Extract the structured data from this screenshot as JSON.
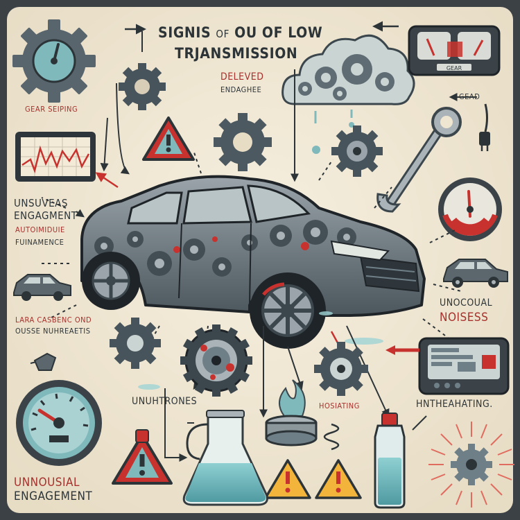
{
  "title": {
    "line1a": "SIGNIS",
    "line1b": "OF",
    "line1c": "OU OF LOW",
    "line2": "TRJANSMISSION"
  },
  "labels": {
    "deleved": "DELEVED",
    "engaghee": "ENDAGHEE",
    "gear_seiping": "GEAR SEIPING",
    "gead": "GEAD",
    "unsuveas": "UNSUVEAS",
    "engagment": "ENGAGMENT",
    "autoimdue": "AUTOIMIDUIE",
    "fuinamence": "FUINAMENCE",
    "lara_casbenc": "LARA CASBENC OND",
    "ouese_nuhreaetis": "OUSSE NUHREAETIS",
    "unocoual": "UNOCOUAL",
    "noisess": "NOISESS",
    "unuhtrones": "UNUHTRONES",
    "hosiating": "HOSIATING",
    "hntheahating": "HNTHEAHATING.",
    "unnousial": "UNNOUSIAL",
    "engagement": "ENGAGEMENT"
  },
  "gauge_panel_text": "GEAR",
  "colors": {
    "background": "#efe6d2",
    "ink": "#2c3438",
    "accent_red": "#c8322e",
    "steel": "#6f7f87",
    "teal": "#7fb9bc",
    "warning_yellow": "#f2b43a"
  },
  "icons": [
    "gear-icon",
    "warning-triangle-icon",
    "gauge-icon",
    "wrench-icon",
    "cloud-icon",
    "fluid-bottle-icon",
    "flask-icon",
    "car-icon",
    "arrow-icon",
    "plug-icon",
    "torch-icon"
  ]
}
